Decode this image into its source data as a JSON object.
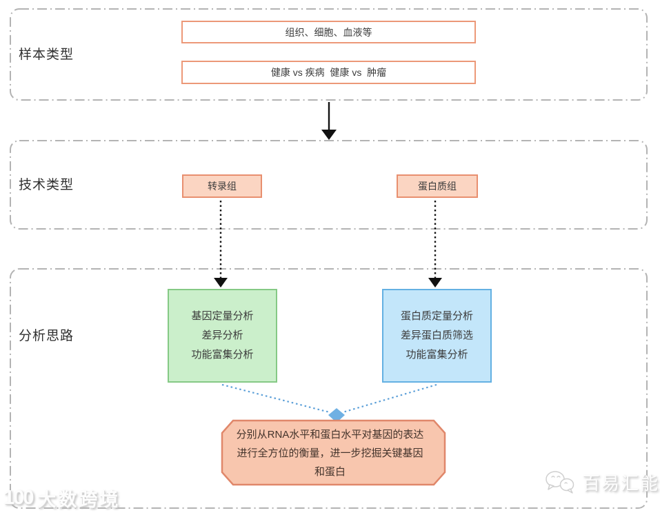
{
  "diagram": {
    "sections": {
      "sample": {
        "label": "样本类型",
        "box1": "组织、细胞、血液等",
        "box2": "健康 vs 疾病  健康 vs  肿瘤"
      },
      "tech": {
        "label": "技术类型",
        "transcriptome_box": "转录组",
        "proteome_box": "蛋白质组"
      },
      "analysis": {
        "label": "分析思路",
        "gene_box": "基因定量分析\n差异分析\n功能富集分析",
        "protein_box": "蛋白质定量分析\n差异蛋白质筛选\n功能富集分析",
        "conclusion": "分别从RNA水平和蛋白水平对基因的表达\n进行全方位的衡量，进一步挖掘关键基因\n和蛋白"
      }
    },
    "colors": {
      "dashed_border": "#b3b3b3",
      "salmon_border": "#e88f6f",
      "salmon_fill": "#fbd5c2",
      "octagon_fill": "#f8c6ae",
      "octagon_border": "#e0876a",
      "green_fill": "#cbefcb",
      "green_border": "#85c985",
      "blue_fill": "#c3e6fa",
      "blue_border": "#63b0e2",
      "arrow_black": "#111111",
      "dotted_blue": "#5b9fd8",
      "diamond_blue": "#6fb0e3"
    }
  },
  "watermarks": {
    "left": {
      "logo": "100",
      "text": "大数跨境"
    },
    "right": {
      "text": "百易汇能"
    }
  }
}
